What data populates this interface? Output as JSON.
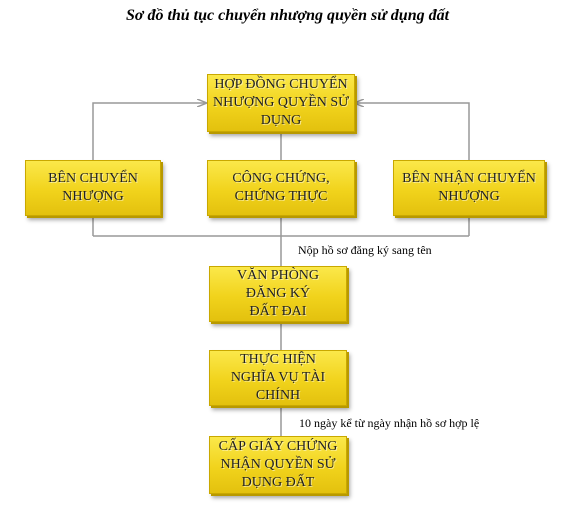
{
  "title": "Sơ đồ thủ tục chuyển nhượng quyền sử dụng đất",
  "nodes": {
    "contract": "HỢP ĐỒNG CHUYỂN NHƯỢNG QUYỀN SỬ DỤNG",
    "transferor": "BÊN CHUYỂN NHƯỢNG",
    "notarization": "CÔNG CHỨNG, CHỨNG THỰC",
    "transferee": "BÊN NHẬN CHUYỂN NHƯỢNG",
    "land_office": "VĂN PHÒNG ĐĂNG KÝ ĐẤT ĐAI",
    "financial": "THỰC HIỆN NGHĨA VỤ TÀI CHÍNH",
    "certificate": "CẤP GIẤY CHỨNG NHẬN QUYỀN SỬ DỤNG ĐẤT"
  },
  "notes": {
    "submit": "Nộp hồ sơ đăng ký sang tên",
    "ten_days": "10 ngày kể từ ngày nhận hồ sơ hợp lệ"
  },
  "colors": {
    "box_fill": "#f1d31c",
    "line": "#999999"
  }
}
